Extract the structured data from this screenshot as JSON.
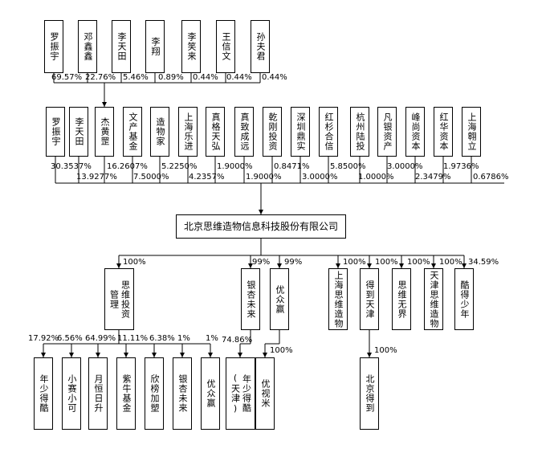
{
  "top_holders": [
    {
      "name": "罗振宇",
      "pct": "69.57%"
    },
    {
      "name": "邓鑫鑫",
      "pct": "22.76%"
    },
    {
      "name": "李天田",
      "pct": "5.46%"
    },
    {
      "name": "李翔",
      "pct": "0.89%"
    },
    {
      "name": "李笑来",
      "pct": "0.44%"
    },
    {
      "name": "王信文",
      "pct": "0.44%"
    },
    {
      "name": "孙夫君",
      "pct": "0.44%"
    }
  ],
  "mid_holders": [
    {
      "name": "罗振宇",
      "pct": "30.3537%"
    },
    {
      "name": "李天田",
      "pct": "13.9277%"
    },
    {
      "name": "杰黄罡",
      "pct": "16.2607%"
    },
    {
      "name": "文产基金",
      "pct": "7.5000%"
    },
    {
      "name": "造物家",
      "pct": "5.2250%"
    },
    {
      "name": "上海乐进",
      "pct": "4.2357%"
    },
    {
      "name": "真格天弘",
      "pct": "1.9000%"
    },
    {
      "name": "真致成远",
      "pct": "1.9000%"
    },
    {
      "name": "乾刚投资",
      "pct": "0.8471%"
    },
    {
      "name": "深圳鼎实",
      "pct": "3.0000%"
    },
    {
      "name": "红杉合信",
      "pct": "5.8500%"
    },
    {
      "name": "杭州陆投",
      "pct": "1.0000%"
    },
    {
      "name": "凡银资产",
      "pct": "3.0000%"
    },
    {
      "name": "峰尚资本",
      "pct": "2.3479%"
    },
    {
      "name": "红华资本",
      "pct": "1.9736%"
    },
    {
      "name": "上海翱立",
      "pct": "0.6786%"
    }
  ],
  "company": "北京思维造物信息科技股份有限公司",
  "subsidiaries": [
    {
      "name": "思维投资管理",
      "pct": "100%"
    },
    {
      "name": "银杏未来",
      "pct": "99%"
    },
    {
      "name": "优众赢",
      "pct": "99%"
    },
    {
      "name": "上海思维造物",
      "pct": "100%"
    },
    {
      "name": "得到天津",
      "pct": "100%"
    },
    {
      "name": "思维无界",
      "pct": "100%"
    },
    {
      "name": "天津思维造物",
      "pct": "100%"
    },
    {
      "name": "酷得少年",
      "pct": "34.59%"
    }
  ],
  "bottom": [
    {
      "name": "年少得酷",
      "pct": "17.92%"
    },
    {
      "name": "小赛小可",
      "pct": "6.56%"
    },
    {
      "name": "月恒日升",
      "pct": "64.99%"
    },
    {
      "name": "紫牛基金",
      "pct": "11.11%"
    },
    {
      "name": "欣榜加塑",
      "pct": "6.38%"
    },
    {
      "name": "银杏未来",
      "pct": "1%"
    },
    {
      "name": "优众赢",
      "pct": "1%"
    },
    {
      "name": "年少得酷",
      "sub": "(天津)",
      "pct": "74.86%"
    },
    {
      "name": "优视米",
      "pct": "100%"
    }
  ],
  "grandchild": {
    "name": "北京得到",
    "pct": "100%"
  }
}
